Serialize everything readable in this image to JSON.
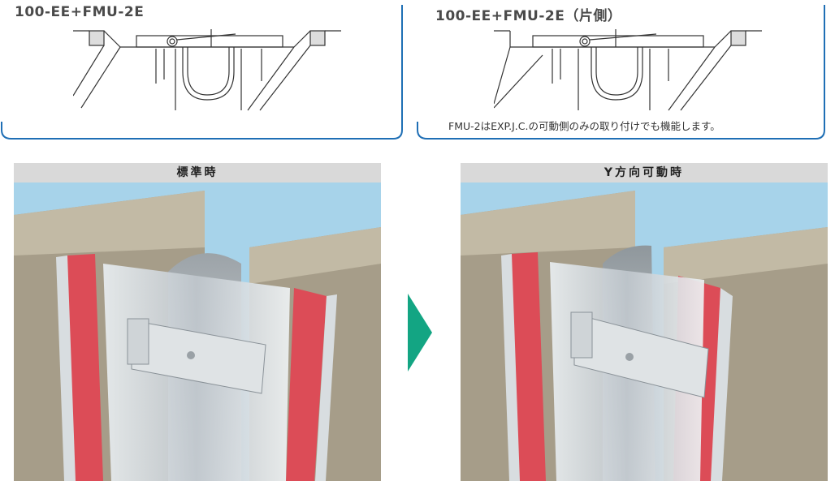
{
  "panels": [
    {
      "title": "100-EE+FMU-2E",
      "note": ""
    },
    {
      "title": "100-EE+FMU-2E（片側）",
      "note": "FMU-2はEXP.J.C.の可動側のみの取り付けでも機能します。"
    }
  ],
  "photos": [
    {
      "caption": "標準時"
    },
    {
      "caption": "Y方向可動時"
    }
  ],
  "colors": {
    "frame_blue": "#1f6fb5",
    "arrow_teal": "#13a583",
    "sky": "#a7d3ea",
    "wall": "#b4ab98",
    "red_trim": "#dc4c57",
    "caption_bg": "#d9d9d9"
  }
}
